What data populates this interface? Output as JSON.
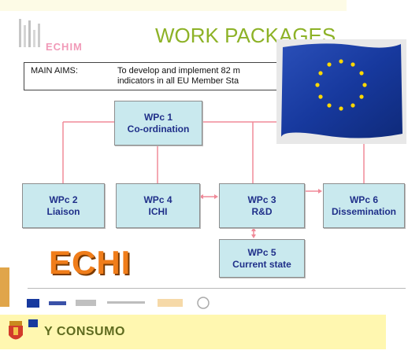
{
  "logo": {
    "text": "ECHIM"
  },
  "title": "WORK PACKAGES",
  "aims": {
    "label": "MAIN AIMS:",
    "line1": "To develop and implement 82 m",
    "line2": "indicators in all EU Member Sta"
  },
  "boxes": {
    "wpc1": {
      "line1": "WPc 1",
      "line2": "Co-ordination"
    },
    "wpc2": {
      "line1": "WPc 2",
      "line2": "Liaison"
    },
    "wpc4": {
      "line1": "WPc 4",
      "line2": "ICHI"
    },
    "wpc3": {
      "line1": "WPc 3",
      "line2": "R&D"
    },
    "wpc6": {
      "line1": "WPc 6",
      "line2": "Dissemination"
    },
    "wpc5": {
      "line1": "WPc 5",
      "line2": "Current state"
    }
  },
  "echi_label": "ECHI",
  "footer": {
    "text": "Y CONSUMO"
  },
  "colors": {
    "title": "#8db227",
    "box_fill": "#c9e9ee",
    "box_text": "#1f2f89",
    "connector": "#f08a99",
    "echi": "#f07d1a",
    "eu_blue": "#17399e",
    "eu_star": "#ffd800"
  },
  "icons": [
    "eu-flag-icon",
    "coat-of-arms-icon",
    "logo-bars-icon"
  ]
}
